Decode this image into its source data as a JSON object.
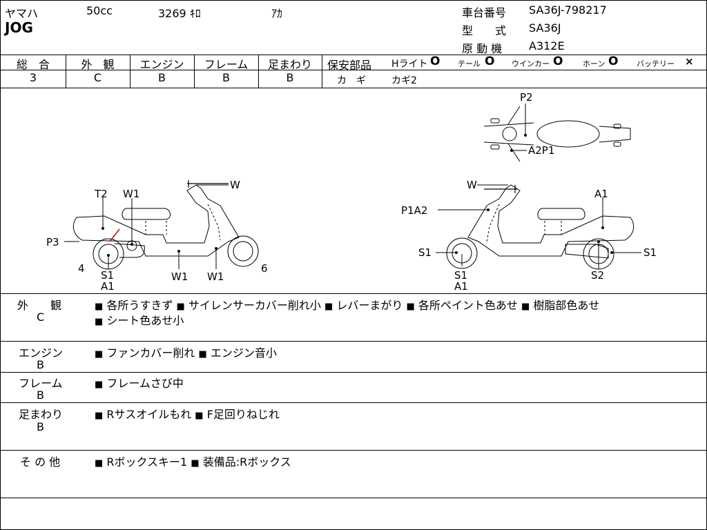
{
  "header": {
    "maker": "ヤマハ",
    "displacement": "50cc",
    "mileage": "3269 ｷﾛ",
    "color": "ｱｶ",
    "model": "JOG",
    "frame_no_label": "車台番号",
    "frame_no": "SA36J-798217",
    "type_label": "型　　式",
    "type": "SA36J",
    "engine_label": "原 動 機",
    "engine": "A312E"
  },
  "grades": {
    "total_label": "総　合",
    "total": "3",
    "exterior_label": "外　観",
    "exterior": "C",
    "engine_label": "エンジン",
    "engine": "B",
    "frame_label": "フレーム",
    "frame": "B",
    "suspension_label": "足まわり",
    "suspension": "B"
  },
  "safety": {
    "label": "保安部品",
    "headlight_label": "Hライト",
    "headlight_mark": "O",
    "tail_label": "テール",
    "tail_mark": "O",
    "winker_label": "ウインカー",
    "winker_mark": "O",
    "horn_label": "ホーン",
    "horn_mark": "O",
    "battery_label": "バッテリー",
    "battery_mark": "×",
    "key_label": "カ　ギ",
    "key_value": "カギ2"
  },
  "diagram": {
    "left": {
      "t2": "T2",
      "w1a": "W1",
      "w_top": "W",
      "p3": "P3",
      "n4": "4",
      "s1": "S1",
      "a1": "A1",
      "w1b": "W1",
      "w1c": "W1",
      "n6": "6"
    },
    "right": {
      "p2": "P2",
      "a2p1_top": "A2P1",
      "w_top": "W",
      "a1_top": "A1",
      "p1a2": "P1A2",
      "s1_left": "S1",
      "s1_right": "S1",
      "s1_bottom": "S1",
      "a1_bottom": "A1",
      "s2": "S2"
    }
  },
  "remarks": [
    {
      "label": "外　　観",
      "grade": "C",
      "items": [
        "各所うすきず",
        "サイレンサーカバー削れ小",
        "レバーまがり",
        "各所ペイント色あせ",
        "樹脂部色あせ"
      ],
      "items2": [
        "シート色あせ小"
      ]
    },
    {
      "label": "エンジン",
      "grade": "B",
      "items": [
        "ファンカバー削れ",
        "エンジン音小"
      ]
    },
    {
      "label": "フレーム",
      "grade": "B",
      "items": [
        "フレームさび中"
      ]
    },
    {
      "label": "足まわり",
      "grade": "B",
      "items": [
        "Rサスオイルもれ",
        "F足回りねじれ"
      ]
    },
    {
      "label": "そ の 他",
      "grade": "",
      "items": [
        "Rボックスキー1",
        "装備品:Rボックス"
      ]
    }
  ],
  "bullet": "■"
}
